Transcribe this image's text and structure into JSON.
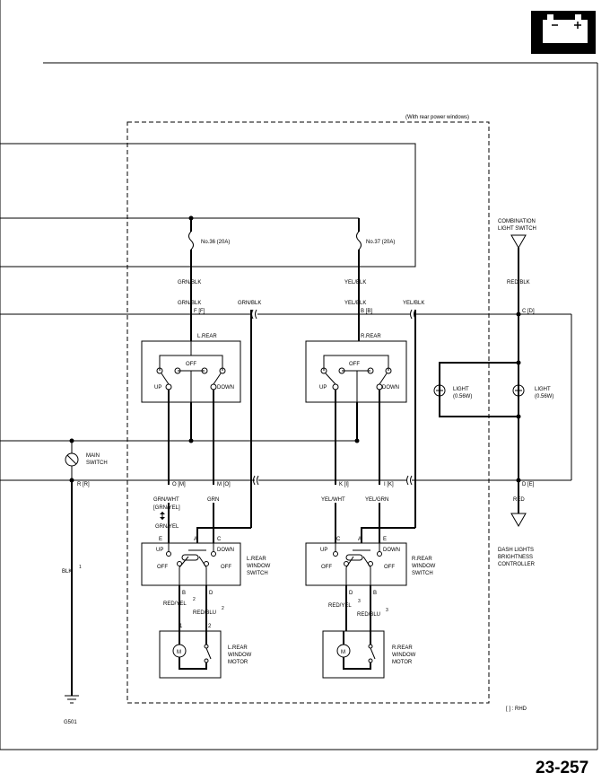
{
  "page_number": "23-257",
  "labels": {
    "with_rear": "(With rear power windows)",
    "fuse36": "No.36 (20A)",
    "fuse37": "No.37 (20A)",
    "grnblk_top": "GRN/BLK",
    "yelblk_top": "YEL/BLK",
    "grnblk_l": "GRN/BLK",
    "grnblk_r": "GRN/BLK",
    "yelblk_l": "YEL/BLK",
    "yelblk_r": "YEL/BLK",
    "pin_f": "F [F]",
    "pin_b": "B [B]",
    "lrear": "L.REAR",
    "rrear": "R.REAR",
    "off": "OFF",
    "up": "UP",
    "down": "DOWN",
    "main_switch_1": "MAIN",
    "main_switch_2": "SWITCH",
    "pin_r": "R [R]",
    "pin_o": "O [M]",
    "pin_m": "M [O]",
    "pin_k": "K [I]",
    "pin_i": "I [K]",
    "grnwht": "GRN/WHT",
    "grnyel_br": "[GRN/YEL]",
    "grnyel": "GRN/YEL",
    "grn": "GRN",
    "yelwht": "YEL/WHT",
    "yelgrn": "YEL/GRN",
    "blk": "BLK",
    "sup1": "1",
    "sup2": "2",
    "sup3": "3",
    "e": "E",
    "a": "A",
    "c": "C",
    "b": "B",
    "d": "D",
    "n1": "1",
    "n2": "2",
    "lrws_1": "L.REAR",
    "lrws_2": "WINDOW",
    "lrws_3": "SWITCH",
    "rrws_1": "R.REAR",
    "rrws_2": "WINDOW",
    "rrws_3": "SWITCH",
    "redyel": "RED/YEL",
    "redblu": "RED/BLU",
    "m": "M",
    "lrwm_1": "L.REAR",
    "lrwm_2": "WINDOW",
    "lrwm_3": "MOTOR",
    "rrwm_1": "R.REAR",
    "rrwm_2": "WINDOW",
    "rrwm_3": "MOTOR",
    "g501": "G501",
    "cls_1": "COMBINATION",
    "cls_2": "LIGHT SWITCH",
    "redblk": "RED/BLK",
    "pin_c": "C [D]",
    "light": "LIGHT",
    "light_w": "(0.56W)",
    "pin_d": "D [E]",
    "red": "RED",
    "dlbc_1": "DASH LIGHTS",
    "dlbc_2": "BRIGHTNESS",
    "dlbc_3": "CONTROLLER",
    "rhd": "[   ] : RHD"
  }
}
